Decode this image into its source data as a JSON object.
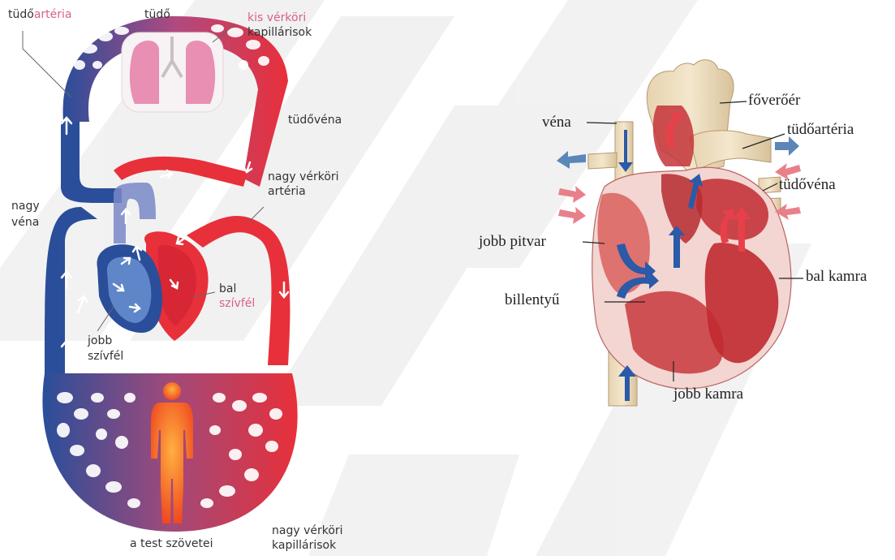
{
  "left_diagram": {
    "labels": {
      "pulmonary_artery_a": "tüdő",
      "pulmonary_artery_b": "artéria",
      "lung": "tüdő",
      "small_capillaries_1": "kis vérköri",
      "small_capillaries_2": "kapillárisok",
      "pulmonary_vein": "tüdővéna",
      "systemic_artery_1": "nagy vérköri",
      "systemic_artery_2": "artéria",
      "vein_1": "nagy",
      "vein_2": "véna",
      "left_heart_1": "bal",
      "left_heart_2": "szívfél",
      "right_heart_1": "jobb",
      "right_heart_2": "szívfél",
      "tissues": "a test szövetei",
      "systemic_capillaries_1": "nagy vérköri",
      "systemic_capillaries_2": "kapillárisok"
    }
  },
  "right_diagram": {
    "labels": {
      "aorta": "főverőér",
      "vein": "véna",
      "pulmonary_artery": "tüdőartéria",
      "pulmonary_vein": "tüdővéna",
      "right_atrium": "jobb pitvar",
      "valve": "billentyű",
      "left_ventricle": "bal kamra",
      "right_ventricle": "jobb kamra"
    }
  },
  "colors": {
    "artery_red": "#e8303a",
    "vein_blue": "#2a4e9a",
    "label_pink": "#d9608b",
    "watermark": "#ececec"
  }
}
